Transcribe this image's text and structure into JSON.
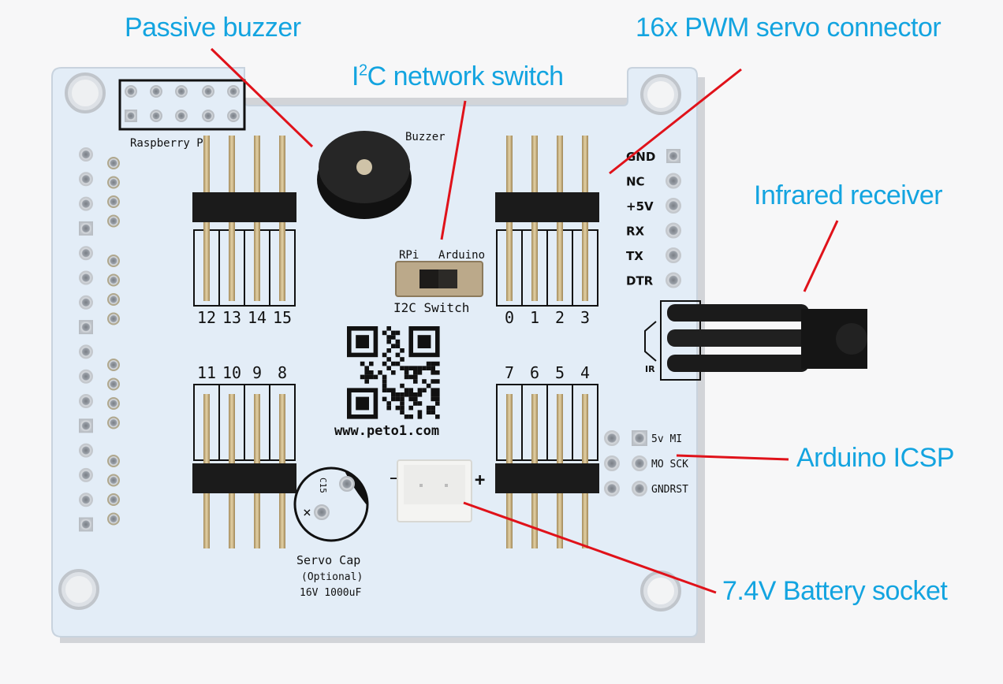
{
  "callouts": {
    "passive_buzzer": "Passive buzzer",
    "i2c_switch_prefix": "I",
    "i2c_switch_sup": "2",
    "i2c_switch_suffix": "C network switch",
    "pwm_connector": "16x PWM servo connector",
    "infrared_receiver": "Infrared receiver",
    "arduino_icsp": "Arduino ICSP",
    "battery_socket": "7.4V Battery socket"
  },
  "colors": {
    "callout_text": "#13a4e0",
    "leader_line": "#e0121a",
    "pcb": "#e4eef8",
    "silkscreen": "#111111",
    "header_gold": "#c9b48a",
    "plastic_black": "#1b1b1b"
  },
  "board": {
    "raspberry_label": "Raspberry Pi",
    "buzzer_label": "Buzzer",
    "switch_left": "RPi",
    "switch_right": "Arduino",
    "switch_label": "I2C Switch",
    "website": "www.peto1.com",
    "cap_ref": "C15",
    "cap_label": "Servo Cap",
    "cap_optional": "(Optional)",
    "cap_rating": "16V 1000uF",
    "ir_label": "IR",
    "battery_minus": "−",
    "battery_plus": "+",
    "servo_channels_top_left": [
      "12",
      "13",
      "14",
      "15"
    ],
    "servo_channels_top_right": [
      "0",
      "1",
      "2",
      "3"
    ],
    "servo_channels_bottom_left": [
      "11",
      "10",
      "9",
      "8"
    ],
    "servo_channels_bottom_right": [
      "7",
      "6",
      "5",
      "4"
    ],
    "serial_pins": [
      "GND",
      "NC",
      "+5V",
      "RX",
      "TX",
      "DTR"
    ],
    "icsp_rows": [
      "5v  MI",
      "MO SCK",
      "GNDRST"
    ]
  }
}
